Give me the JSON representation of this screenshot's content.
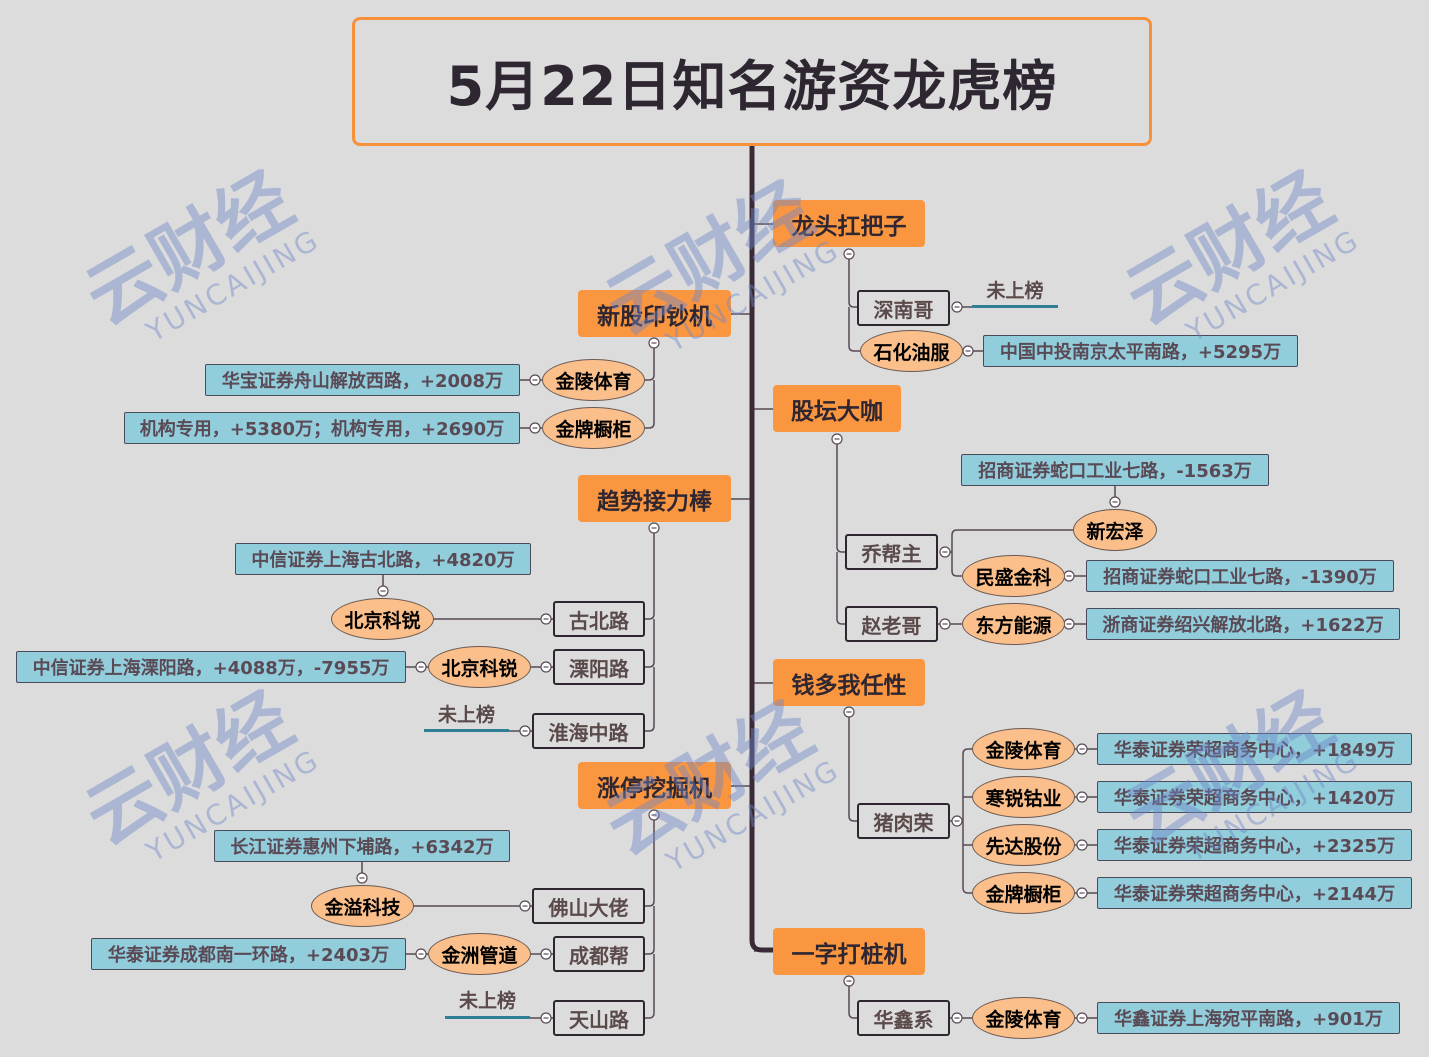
{
  "title": "5月22日知名游资龙虎榜",
  "not_listed": "未上榜",
  "watermark": {
    "cn": "云财经",
    "en": "YUNCAIJING"
  },
  "categories": [
    "龙头扛把子",
    "新股印钞机",
    "股坛大咖",
    "趋势接力棒",
    "钱多我任性",
    "涨停挖掘机",
    "一字打桩机"
  ],
  "traders": [
    "深南哥",
    "乔帮主",
    "赵老哥",
    "猪肉荣",
    "华鑫系",
    "古北路",
    "溧阳路",
    "淮海中路",
    "佛山大佬",
    "成都帮",
    "天山路"
  ],
  "stocks": [
    "石化油服",
    "金陵体育",
    "金牌橱柜",
    "新宏泽",
    "民盛金科",
    "东方能源",
    "北京科锐",
    "北京科锐",
    "金陵体育",
    "寒锐钴业",
    "先达股份",
    "金牌橱柜",
    "金溢科技",
    "金洲管道",
    "金陵体育"
  ],
  "seats": [
    "中国中投南京太平南路，+5295万",
    "华宝证券舟山解放西路，+2008万",
    "机构专用，+5380万；机构专用，+2690万",
    "招商证券蛇口工业七路，-1563万",
    "招商证券蛇口工业七路，-1390万",
    "浙商证券绍兴解放北路，+1622万",
    "中信证券上海古北路，+4820万",
    "中信证券上海溧阳路，+4088万，-7955万",
    "华泰证券荣超商务中心，+1849万",
    "华泰证券荣超商务中心，+1420万",
    "华泰证券荣超商务中心，+2325万",
    "华泰证券荣超商务中心，+2144万",
    "长江证券惠州下埔路，+6342万",
    "华泰证券成都南一环路，+2403万",
    "华鑫证券上海宛平南路，+901万"
  ],
  "colors": {
    "category": "#fb9640",
    "stock": "#fbbf8c",
    "seat": "#92cddc",
    "title_border": "#f7923a",
    "trunk": "#3a2a38"
  }
}
